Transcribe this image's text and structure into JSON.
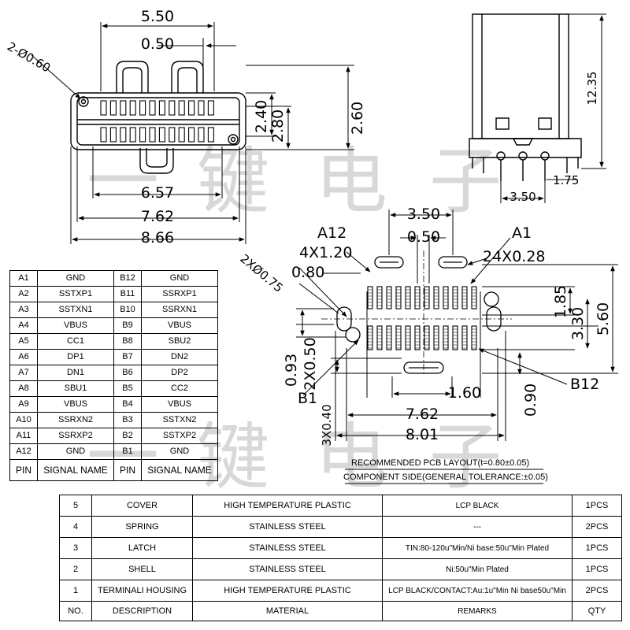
{
  "watermark": [
    "一",
    "键",
    "电",
    "子"
  ],
  "front_view": {
    "dims": {
      "pitch_span": "5.50",
      "pitch": "0.50",
      "mount_holes": "2-Ø0.60",
      "h1": "2.40",
      "h2": "2.80",
      "h3": "2.60",
      "w1": "6.57",
      "w2": "7.62",
      "w3": "8.66"
    }
  },
  "side_view": {
    "dims": {
      "height": "12.35",
      "lead_offset": "1.75",
      "lead_pitch": "3.50"
    }
  },
  "pcb_layout": {
    "labels": {
      "a12": "A12",
      "a1": "A1",
      "b1": "B1",
      "b12": "B12"
    },
    "dims": {
      "top_span": "3.50",
      "pitch": "0.50",
      "slot": "4X1.20",
      "pads": "24X0.28",
      "pad_len": "0.80",
      "holes": "2XØ0.75",
      "v1": "1.85",
      "v2": "3.30",
      "v3": "5.60",
      "v4": "0.93",
      "slot_w": "2X0.50",
      "lead_w": "3X0.40",
      "mid_span": "1.60",
      "bot_gap": "0.90",
      "w1": "7.62",
      "w2": "8.01"
    },
    "note_title": "RECOMMENDED PCB LAYOUT(t=0.80±0.05)",
    "note_sub": "COMPONENT SIDE(GENERAL TOLERANCE:±0.05)"
  },
  "pin_table": {
    "rows": [
      [
        "A1",
        "GND",
        "B12",
        "GND"
      ],
      [
        "A2",
        "SSTXP1",
        "B11",
        "SSRXP1"
      ],
      [
        "A3",
        "SSTXN1",
        "B10",
        "SSRXN1"
      ],
      [
        "A4",
        "VBUS",
        "B9",
        "VBUS"
      ],
      [
        "A5",
        "CC1",
        "B8",
        "SBU2"
      ],
      [
        "A6",
        "DP1",
        "B7",
        "DN2"
      ],
      [
        "A7",
        "DN1",
        "B6",
        "DP2"
      ],
      [
        "A8",
        "SBU1",
        "B5",
        "CC2"
      ],
      [
        "A9",
        "VBUS",
        "B4",
        "VBUS"
      ],
      [
        "A10",
        "SSRXN2",
        "B3",
        "SSTXN2"
      ],
      [
        "A11",
        "SSRXP2",
        "B2",
        "SSTXP2"
      ],
      [
        "A12",
        "GND",
        "B1",
        "GND"
      ]
    ],
    "header": [
      "PIN",
      "SIGNAL NAME",
      "PIN",
      "SIGNAL NAME"
    ]
  },
  "parts_table": {
    "rows": [
      [
        "5",
        "COVER",
        "HIGH TEMPERATURE PLASTIC",
        "LCP BLACK",
        "1PCS"
      ],
      [
        "4",
        "SPRING",
        "STAINLESS STEEL",
        "---",
        "2PCS"
      ],
      [
        "3",
        "LATCH",
        "STAINLESS STEEL",
        "TIN:80-120u\"Min/Ni base:50u\"Min Plated",
        "1PCS"
      ],
      [
        "2",
        "SHELL",
        "STAINLESS STEEL",
        "Ni:50u\"Min Plated",
        "1PCS"
      ],
      [
        "1",
        "TERMINALI HOUSING",
        "HIGH TEMPERATURE PLASTIC",
        "LCP BLACK/CONTACT:Au:1u\"Min Ni base50u\"Min",
        "2PCS"
      ]
    ],
    "header": [
      "NO.",
      "DESCRIPTION",
      "MATERIAL",
      "REMARKS",
      "QTY"
    ]
  }
}
